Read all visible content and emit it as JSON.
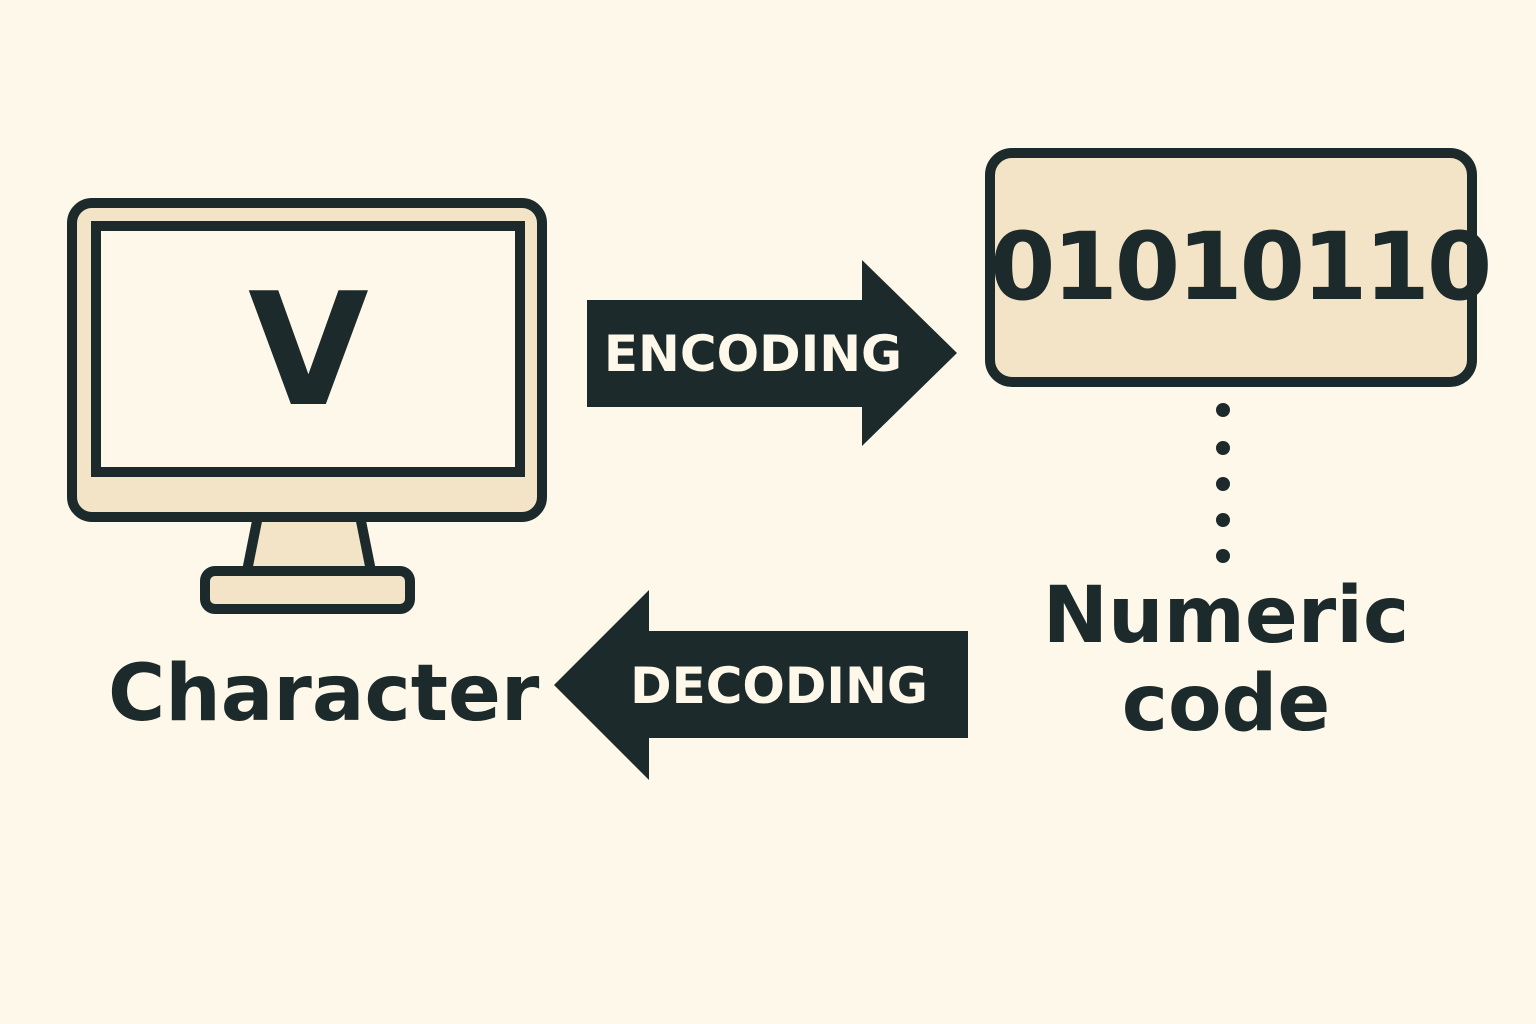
{
  "colors": {
    "background": "#fdf8e9",
    "ink": "#1d2a2b",
    "panel_fill": "#f4e4c7",
    "screen_fill": "#fdf8e9"
  },
  "character": {
    "glyph": "V",
    "caption": "Character",
    "icon": "monitor-icon"
  },
  "numeric_code": {
    "binary": "01010110",
    "caption_line1": "Numeric",
    "caption_line2": "code"
  },
  "encoding_arrow": {
    "label": "ENCODING",
    "direction": "right"
  },
  "decoding_arrow": {
    "label": "DECODING",
    "direction": "left"
  }
}
